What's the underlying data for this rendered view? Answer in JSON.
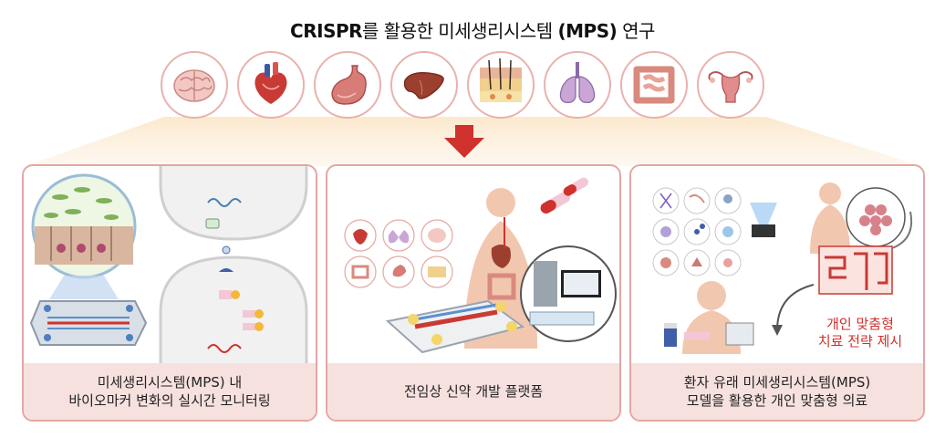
{
  "title": {
    "main_bold": "CRISPR",
    "main_rest": "를 활용한 미세생리시스템 ",
    "mps_bold": "(MPS)",
    "suffix": " 연구"
  },
  "organs": [
    {
      "icon": "brain-icon"
    },
    {
      "icon": "heart-icon"
    },
    {
      "icon": "stomach-icon"
    },
    {
      "icon": "liver-icon"
    },
    {
      "icon": "skin-icon"
    },
    {
      "icon": "lungs-icon"
    },
    {
      "icon": "intestine-icon"
    },
    {
      "icon": "uterus-icon"
    }
  ],
  "panels": [
    {
      "caption_line1": "미세생리시스템(MPS) 내",
      "caption_line2": "바이오마커 변화의 실시간 모니터링"
    },
    {
      "caption_line1": "전임상 신약 개발 플랫폼"
    },
    {
      "caption_line1": "환자 유래 미세생리시스템(MPS)",
      "caption_line2": "모델을 활용한 개인 맞춤형 의료"
    }
  ],
  "panel3_note": {
    "line1": "개인 맞춤형",
    "line2": "치료 전략 제시"
  },
  "colors": {
    "accent_red": "#d0312d",
    "panel_border": "#e3a7a2",
    "caption_bg": "#f6e1df",
    "fan": "#fbe9cf"
  }
}
